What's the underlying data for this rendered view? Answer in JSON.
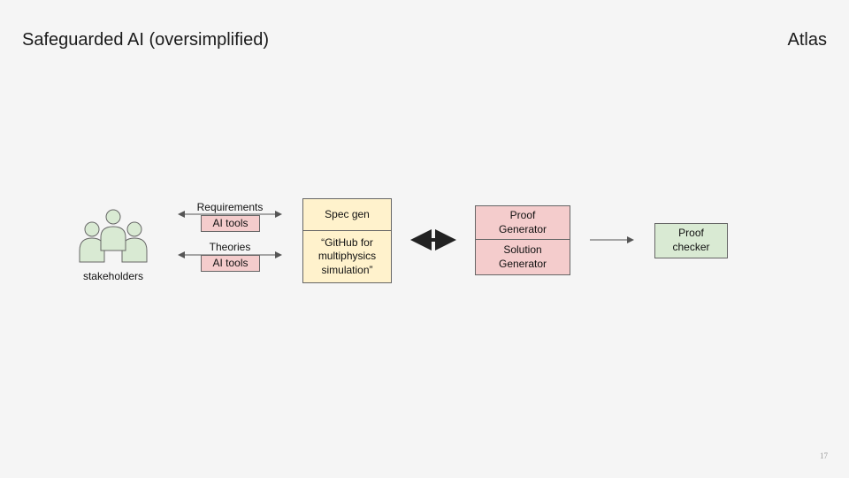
{
  "header": {
    "title": "Safeguarded AI (oversimplified)",
    "brand": "Atlas"
  },
  "diagram": {
    "stakeholders_label": "stakeholders",
    "requirements_label": "Requirements",
    "theories_label": "Theories",
    "ai_tools_label": "AI tools",
    "spec_gen_label": "Spec gen",
    "github_label": "“GitHub for multiphysics simulation”",
    "proof_generator_label": "Proof Generator",
    "solution_generator_label": "Solution Generator",
    "proof_checker_label": "Proof checker"
  },
  "colors": {
    "pink": "#f4cccc",
    "yellow": "#fff2cc",
    "green": "#d9ead3"
  },
  "footer": {
    "page_number": "17"
  }
}
